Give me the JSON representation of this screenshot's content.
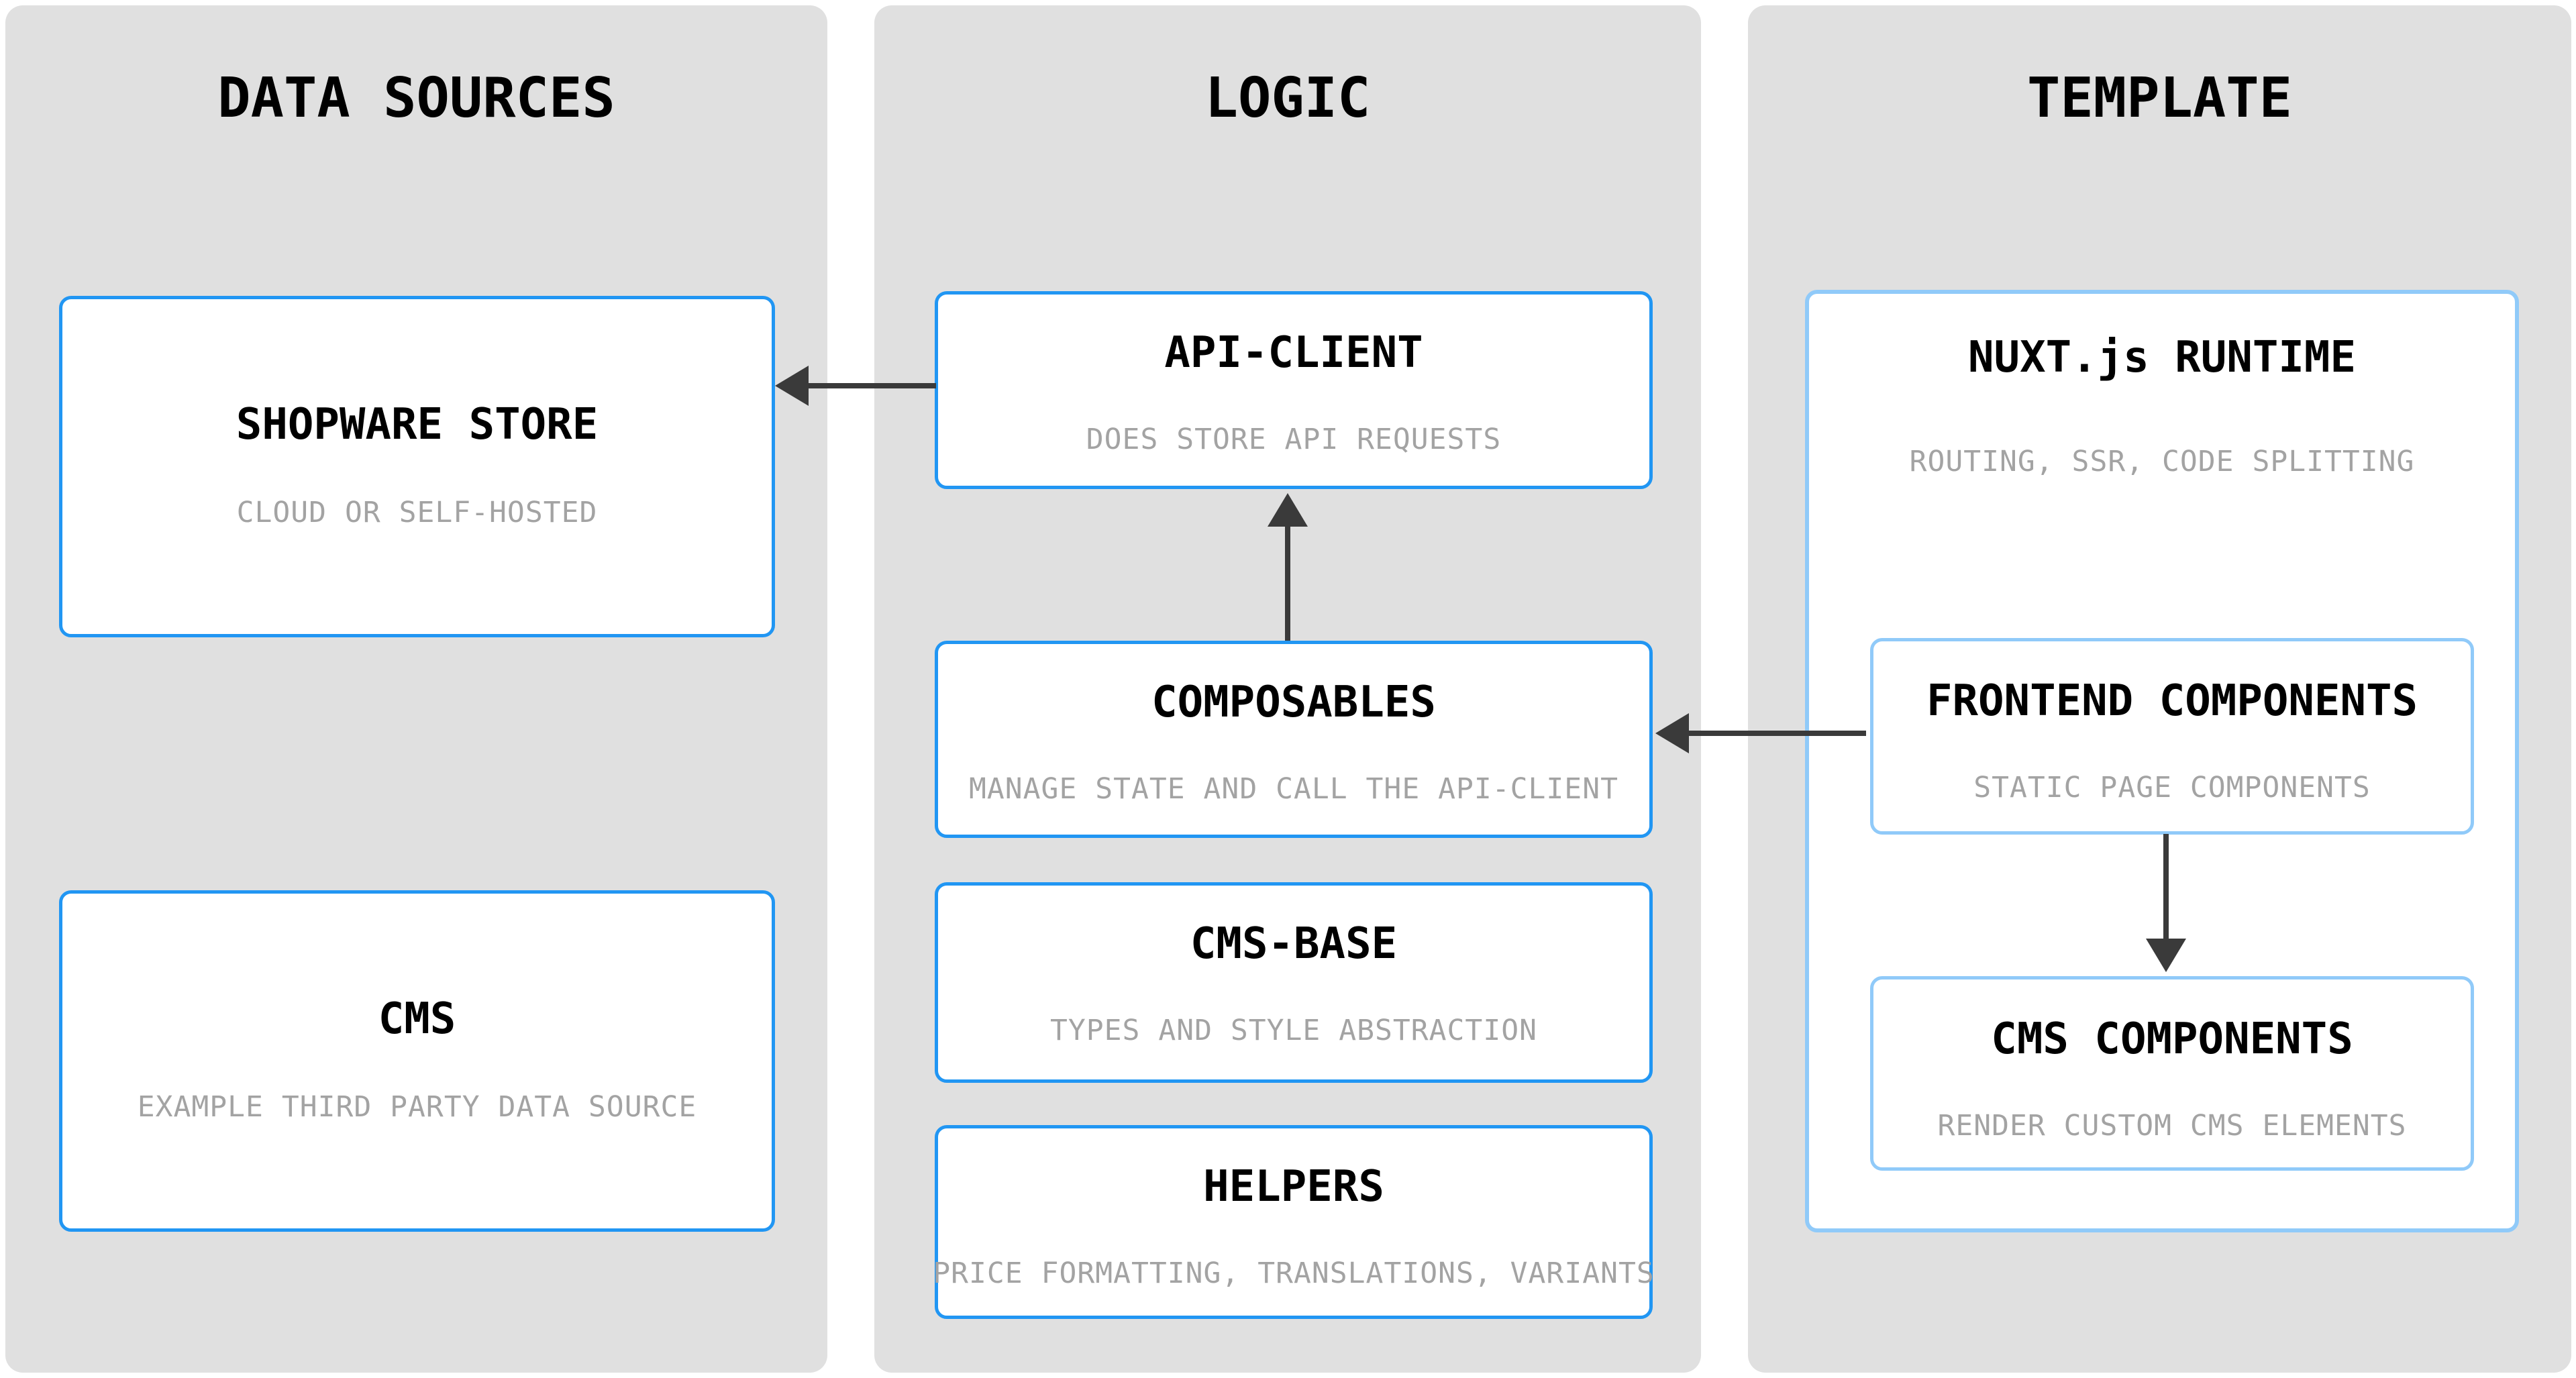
{
  "colors": {
    "panel_bg": "#E0E0E0",
    "box_bg": "#FFFFFF",
    "border_strong": "#2196F3",
    "border_light": "#90CAF9",
    "title_color": "#000000",
    "subtitle_color": "#A3A3A3",
    "arrow_color": "#3A3A3A"
  },
  "diagram_type": "architecture-diagram",
  "columns": [
    {
      "id": "data-sources",
      "title": "DATA SOURCES",
      "boxes": [
        {
          "id": "shopware-store",
          "title": "SHOPWARE STORE",
          "subtitle": "CLOUD OR SELF-HOSTED"
        },
        {
          "id": "cms",
          "title": "CMS",
          "subtitle": "EXAMPLE THIRD PARTY DATA SOURCE"
        }
      ]
    },
    {
      "id": "logic",
      "title": "LOGIC",
      "boxes": [
        {
          "id": "api-client",
          "title": "API-CLIENT",
          "subtitle": "DOES STORE API REQUESTS"
        },
        {
          "id": "composables",
          "title": "COMPOSABLES",
          "subtitle": "MANAGE STATE AND CALL THE API-CLIENT"
        },
        {
          "id": "cms-base",
          "title": "CMS-BASE",
          "subtitle": "TYPES AND STYLE ABSTRACTION"
        },
        {
          "id": "helpers",
          "title": "HELPERS",
          "subtitle": "PRICE FORMATTING, TRANSLATIONS, VARIANTS"
        }
      ]
    },
    {
      "id": "template",
      "title": "TEMPLATE",
      "boxes": [
        {
          "id": "nuxt-runtime",
          "title": "NUXT.js RUNTIME",
          "subtitle": "ROUTING, SSR, CODE SPLITTING",
          "children": [
            {
              "id": "frontend-components",
              "title": "FRONTEND COMPONENTS",
              "subtitle": "STATIC PAGE COMPONENTS"
            },
            {
              "id": "cms-components",
              "title": "CMS COMPONENTS",
              "subtitle": "RENDER CUSTOM CMS ELEMENTS"
            }
          ]
        }
      ]
    }
  ],
  "arrows": [
    {
      "from": "api-client",
      "to": "shopware-store",
      "direction": "left"
    },
    {
      "from": "composables",
      "to": "api-client",
      "direction": "up"
    },
    {
      "from": "frontend-components",
      "to": "composables",
      "direction": "left"
    },
    {
      "from": "frontend-components",
      "to": "cms-components",
      "direction": "down"
    }
  ]
}
